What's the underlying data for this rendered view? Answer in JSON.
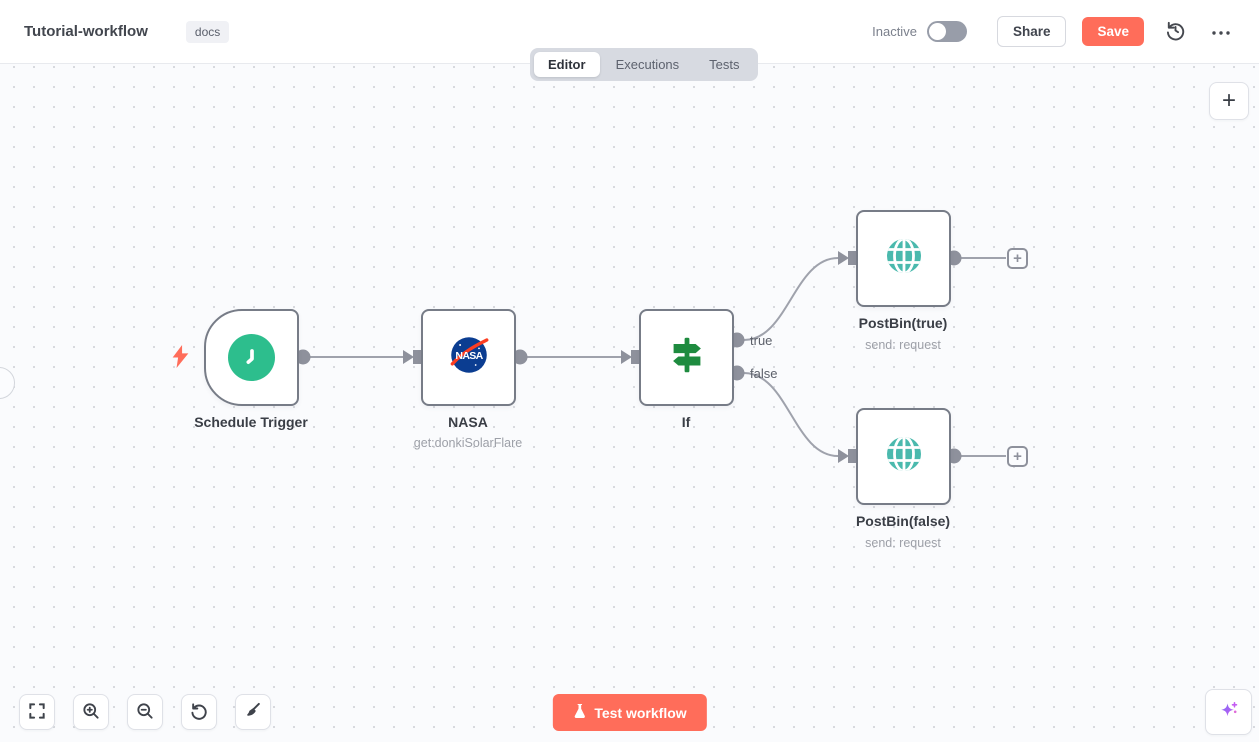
{
  "header": {
    "title": "Tutorial-workflow",
    "tag": "docs",
    "status_label": "Inactive",
    "share_label": "Share",
    "save_label": "Save"
  },
  "tabs": [
    {
      "label": "Editor",
      "active": true
    },
    {
      "label": "Executions",
      "active": false
    },
    {
      "label": "Tests",
      "active": false
    }
  ],
  "canvas": {
    "nodes": [
      {
        "name": "Schedule Trigger",
        "type": "trigger",
        "icon": "clock-icon"
      },
      {
        "name": "NASA",
        "subtitle": "get:donkiSolarFlare",
        "icon": "nasa-logo"
      },
      {
        "name": "If",
        "icon": "signpost-icon"
      },
      {
        "name": "PostBin(true)",
        "subtitle": "send: request",
        "icon": "globe-icon"
      },
      {
        "name": "PostBin(false)",
        "subtitle": "send: request",
        "icon": "globe-icon"
      }
    ],
    "if_outputs": {
      "true_label": "true",
      "false_label": "false"
    }
  },
  "footer": {
    "test_button_label": "Test workflow"
  },
  "glyphs": {
    "plus": "+"
  },
  "colors": {
    "accent": "#ff6d5a",
    "node_border": "#777c87",
    "connection": "#9fa2ac",
    "trigger_green": "#2dbe8d",
    "if_green": "#1e8b3f",
    "globe_teal": "#4ab9ad",
    "nasa_blue": "#0b3d91",
    "nasa_red": "#fc3d21",
    "ai_purple": "#a06af6"
  }
}
